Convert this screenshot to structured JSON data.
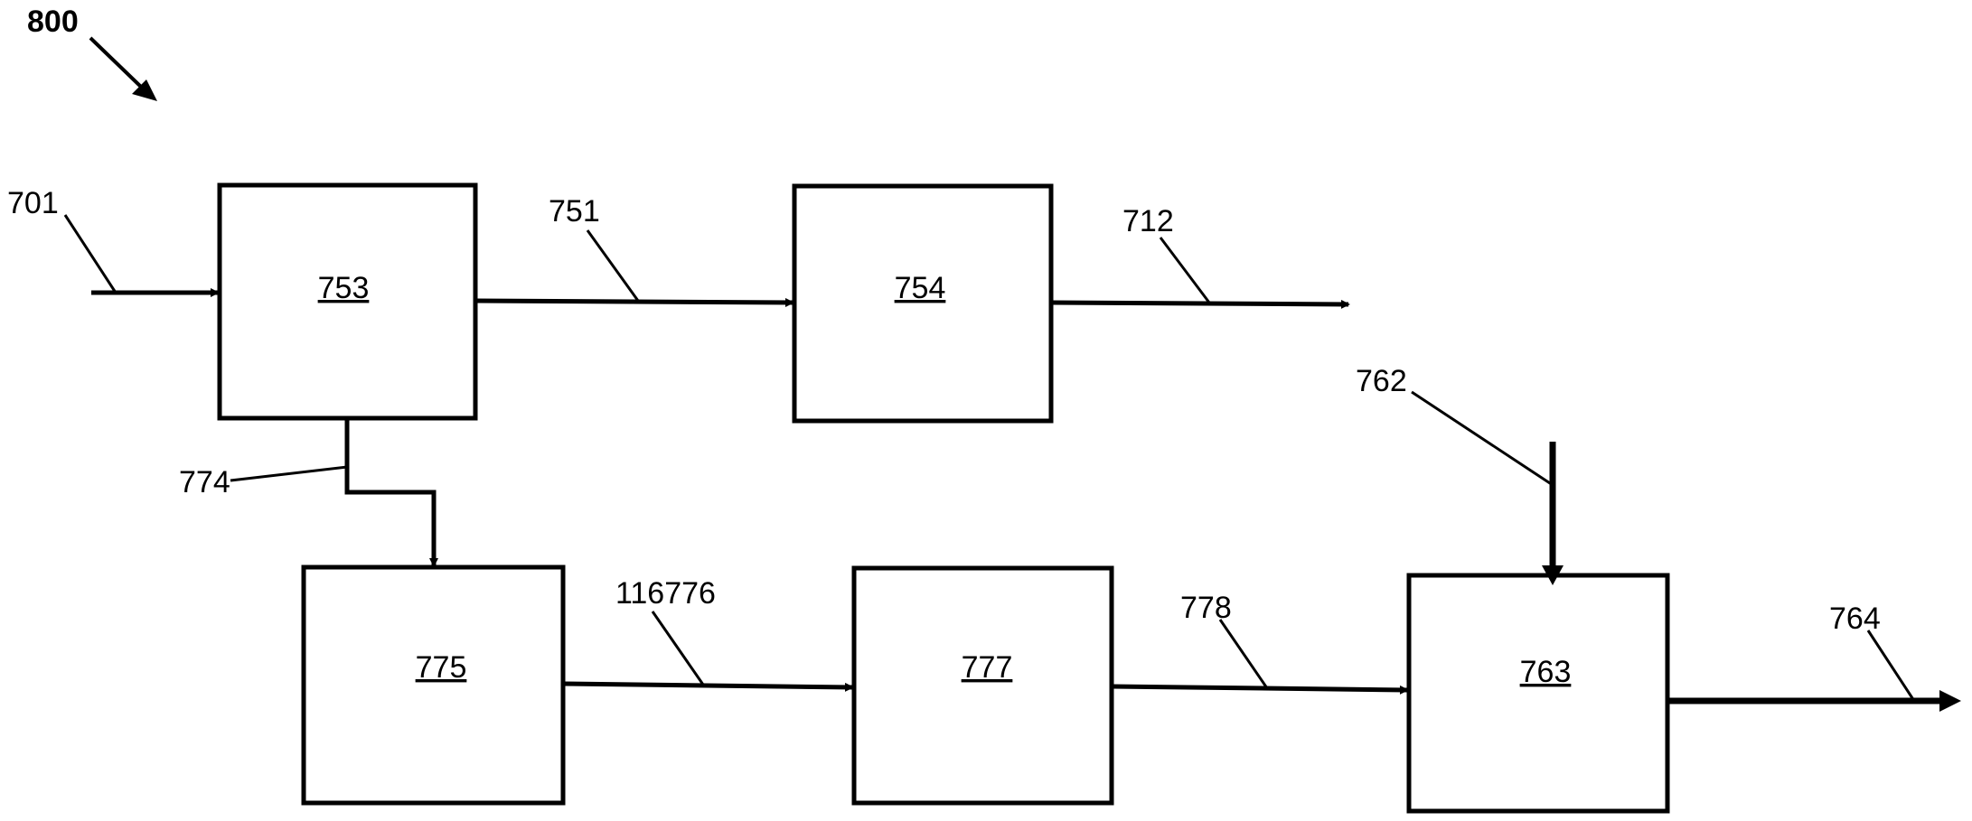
{
  "figure": {
    "label": "800"
  },
  "blocks": {
    "b753": "753",
    "b754": "754",
    "b775": "775",
    "b777": "777",
    "b763": "763"
  },
  "streams": {
    "s701": "701",
    "s751": "751",
    "s712": "712",
    "s774": "774",
    "s776": "116776",
    "s778": "778",
    "s762": "762",
    "s764": "764"
  }
}
